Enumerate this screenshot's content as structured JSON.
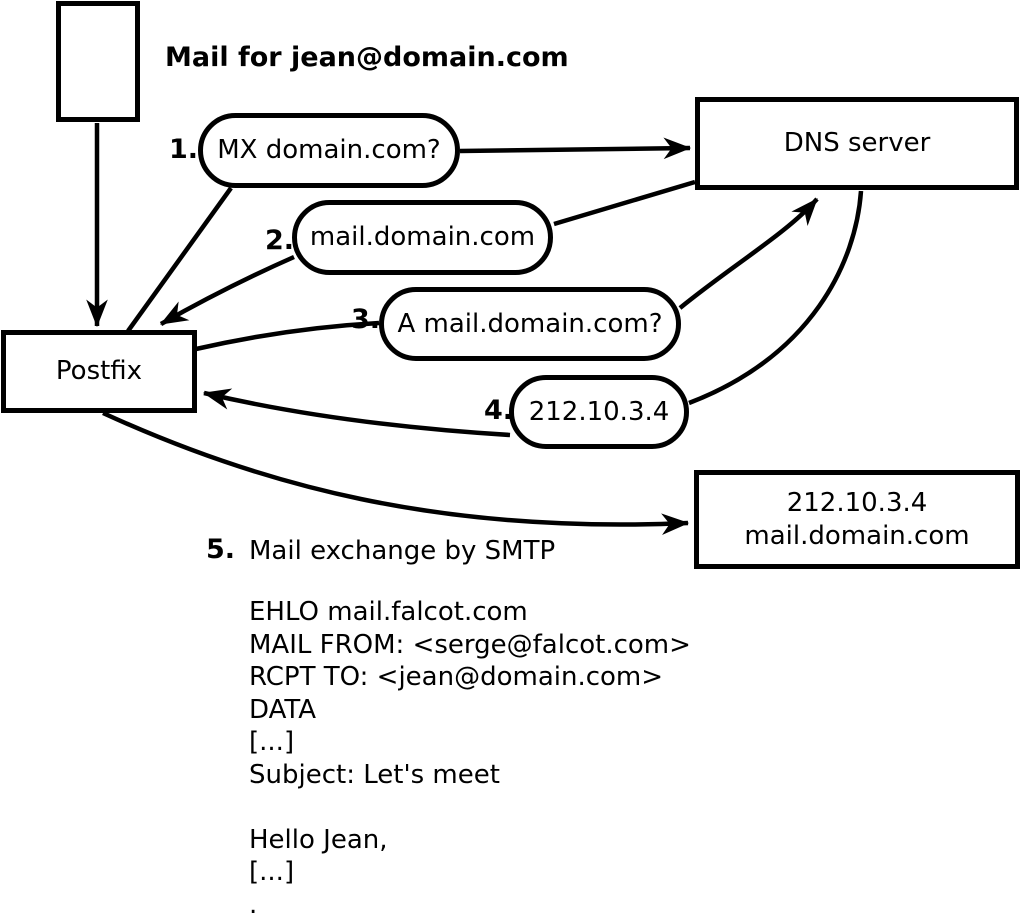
{
  "diagram": {
    "title": "Mail for jean@domain.com",
    "nodes": {
      "postfix": "Postfix",
      "dns_server": "DNS server",
      "mail_server": {
        "line1": "212.10.3.4",
        "line2": "mail.domain.com"
      }
    },
    "steps": [
      {
        "num": "1.",
        "label": "MX domain.com?"
      },
      {
        "num": "2.",
        "label": "mail.domain.com"
      },
      {
        "num": "3.",
        "label": "A mail.domain.com?"
      },
      {
        "num": "4.",
        "label": "212.10.3.4"
      },
      {
        "num": "5.",
        "label": "Mail exchange by SMTP"
      }
    ],
    "smtp_session": {
      "lines": [
        "EHLO mail.falcot.com",
        "MAIL FROM: <serge@falcot.com>",
        "RCPT TO: <jean@domain.com>",
        "DATA",
        "[...]",
        "Subject: Let's meet",
        "",
        "Hello Jean,",
        "[...]",
        "."
      ]
    }
  }
}
